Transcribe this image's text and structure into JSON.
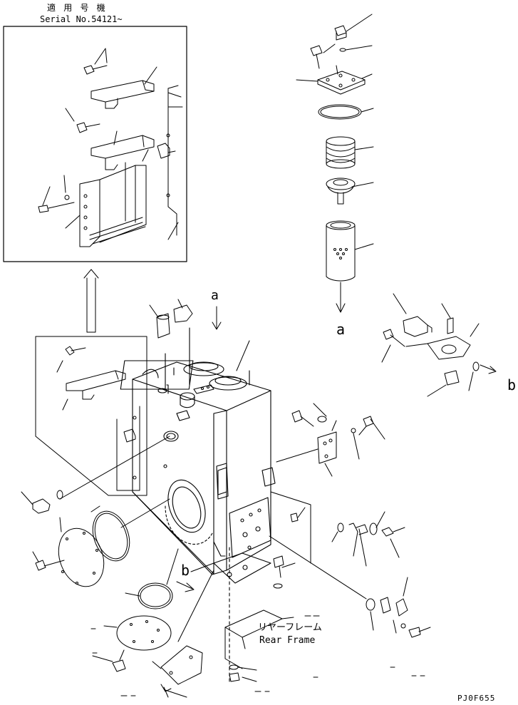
{
  "header": {
    "applicable_label": "適 用 号 機",
    "serial_label": "Serial No.54121~"
  },
  "markers": {
    "a_top": "a",
    "a_right": "a",
    "b_left": "b",
    "b_right": "b"
  },
  "rear_frame": {
    "jp": "リヤーフレーム",
    "en": "Rear Frame"
  },
  "drawing_code": "PJ0F655",
  "colors": {
    "line": "#000000",
    "background": "#ffffff"
  }
}
